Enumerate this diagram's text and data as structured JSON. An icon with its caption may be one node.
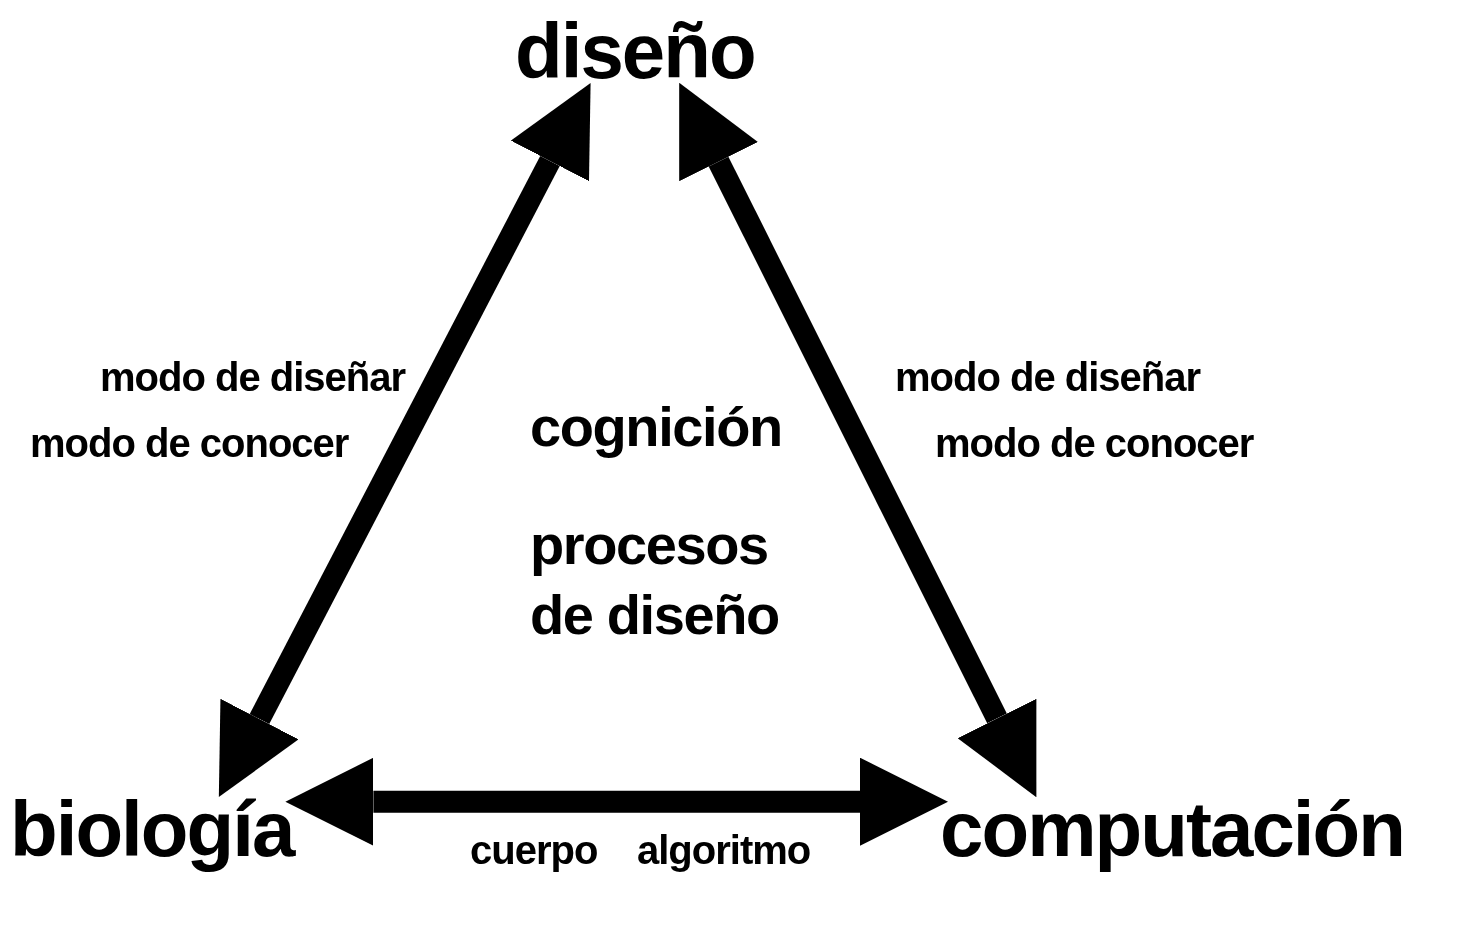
{
  "diagram": {
    "nodes": [
      {
        "text": [
          "diseño"
        ]
      },
      {
        "text": [
          "biología"
        ]
      },
      {
        "text": [
          "computación"
        ]
      }
    ],
    "edges": [
      {
        "from": 0,
        "to": 1,
        "arrow": "both"
      },
      {
        "from": 0,
        "to": 2,
        "arrow": "both"
      },
      {
        "from": 1,
        "to": 2,
        "arrow": "both"
      }
    ],
    "labels": [
      "modo de diseñar",
      "modo de conocer",
      "modo de diseñar",
      "modo de conocer",
      "cognición",
      "procesos de diseño",
      "cuerpo",
      "algoritmo"
    ]
  }
}
